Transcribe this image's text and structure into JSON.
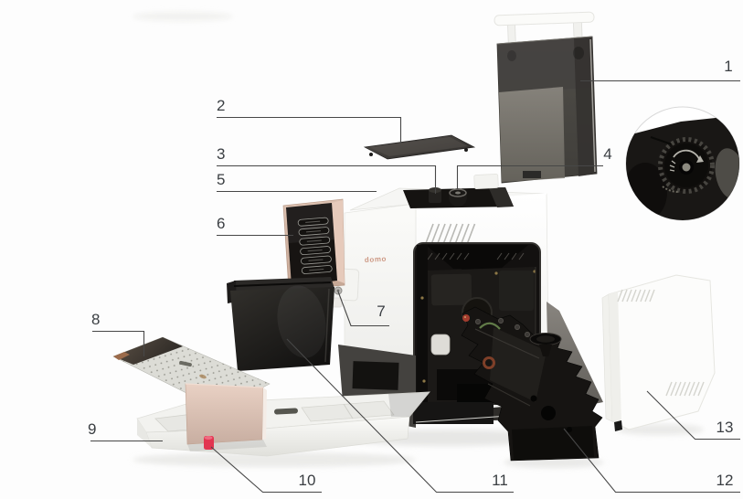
{
  "figure": {
    "kind": "exploded-parts-diagram",
    "subject": "automatic-espresso-machine",
    "logo_text": "domo",
    "label_color": "#3a3e42",
    "line_color": "#474747",
    "accent_red": "#e23550",
    "rose_gold": "#d9bfb2",
    "callouts": [
      {
        "num": "1",
        "target": "water-tank"
      },
      {
        "num": "2",
        "target": "tank-lid"
      },
      {
        "num": "3",
        "target": "bean-container"
      },
      {
        "num": "4",
        "target": "grind-adjustment-dial"
      },
      {
        "num": "5",
        "target": "machine-body"
      },
      {
        "num": "6",
        "target": "control-panel"
      },
      {
        "num": "7",
        "target": "coffee-spout"
      },
      {
        "num": "8",
        "target": "drip-grid"
      },
      {
        "num": "9",
        "target": "drip-tray"
      },
      {
        "num": "10",
        "target": "float-indicator"
      },
      {
        "num": "11",
        "target": "grounds-container"
      },
      {
        "num": "12",
        "target": "brew-unit"
      },
      {
        "num": "13",
        "target": "service-door"
      }
    ]
  }
}
